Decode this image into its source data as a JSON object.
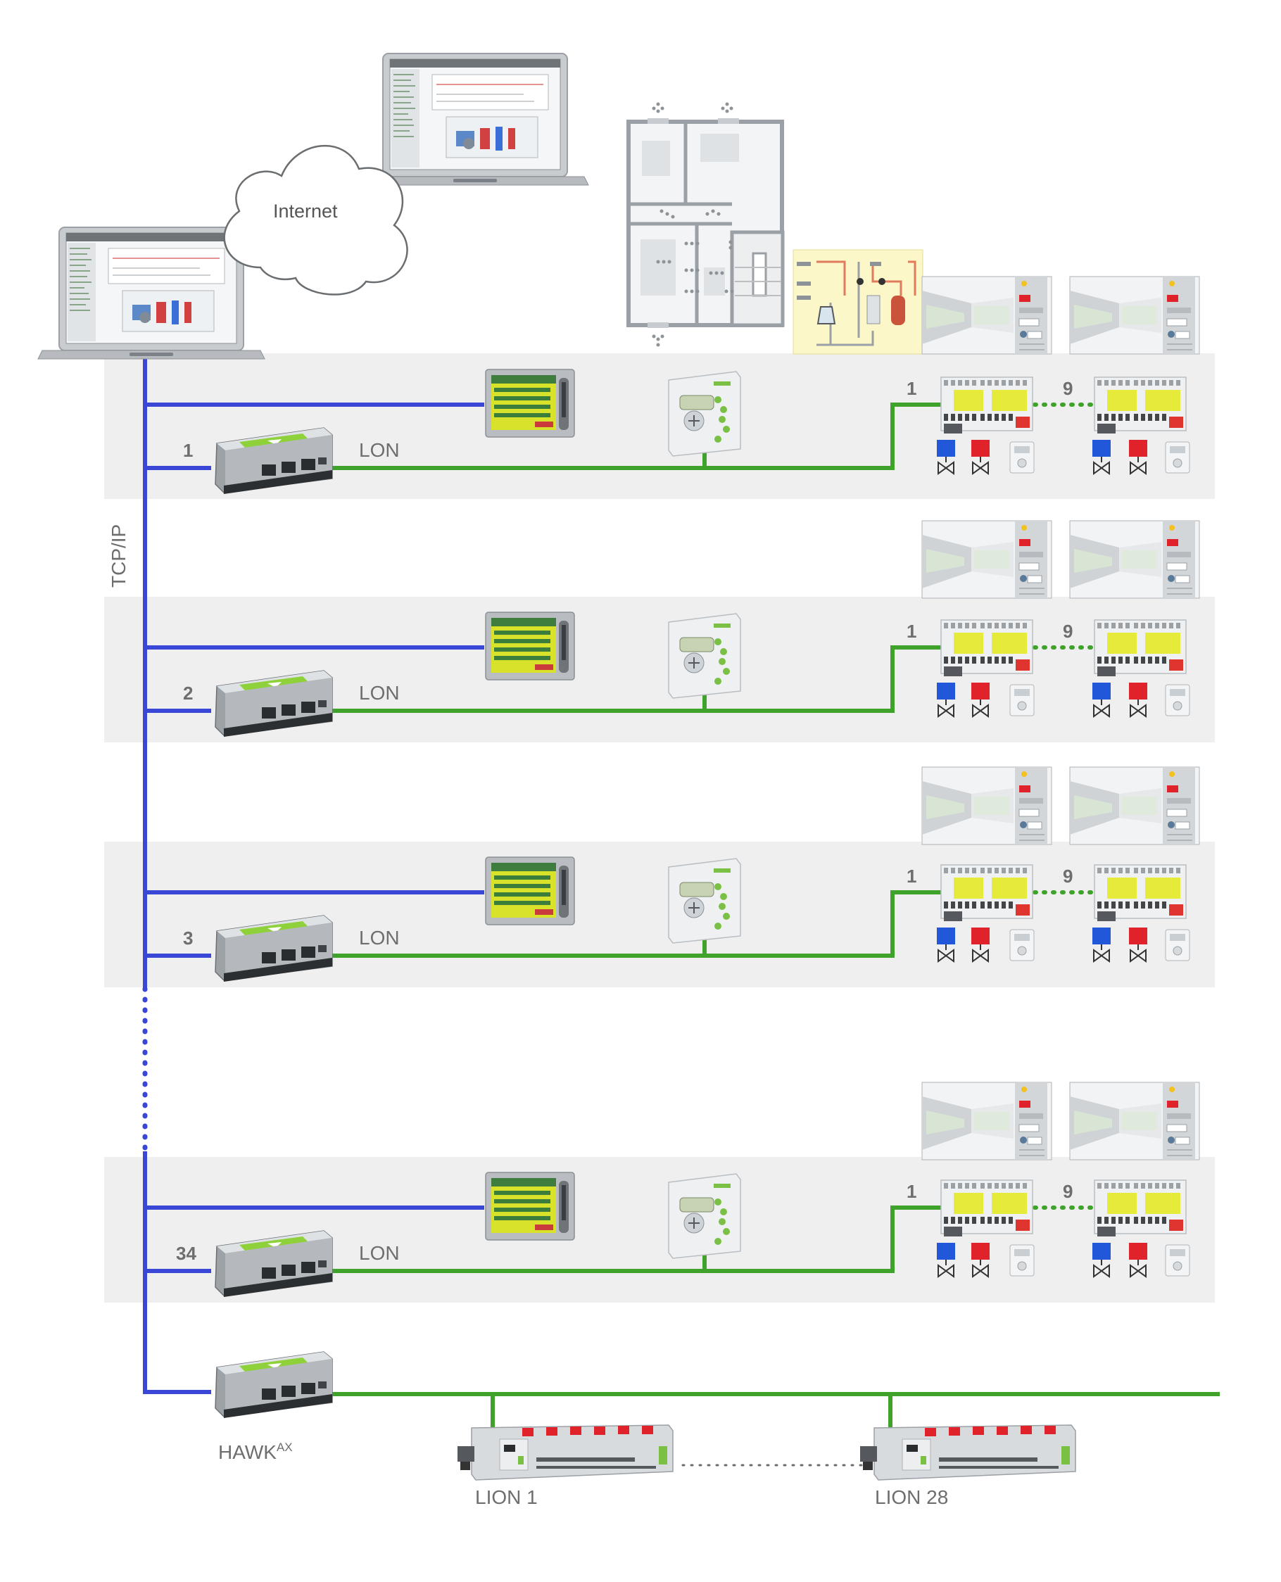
{
  "colors": {
    "tcpip": "#3a46d6",
    "lon": "#3fa22a",
    "band": "#efefef",
    "device_grey": "#8e9398",
    "brand_green": "#7ac143",
    "valve_blue": "#2357d9",
    "valve_red": "#e0232a"
  },
  "cloud": {
    "label": "Internet"
  },
  "backbone": {
    "label": "TCP/IP"
  },
  "rows": [
    {
      "id": "1",
      "bus": "LON",
      "first": "1",
      "last": "9"
    },
    {
      "id": "2",
      "bus": "LON",
      "first": "1",
      "last": "9"
    },
    {
      "id": "3",
      "bus": "LON",
      "first": "1",
      "last": "9"
    },
    {
      "id": "34",
      "bus": "LON",
      "first": "1",
      "last": "9"
    }
  ],
  "hawk": {
    "label": "HAWK",
    "superscript": "AX",
    "lions": [
      "LION 1",
      "LION 28"
    ]
  },
  "icons": [
    "laptop-icon",
    "cloud-icon",
    "router-icon",
    "touch-panel-icon",
    "wall-controller-icon",
    "room-controller-icon",
    "valve-icon",
    "thermostat-icon",
    "floorplan-icon",
    "heating-schematic-icon",
    "room-photo-icon",
    "lion-module-icon"
  ]
}
